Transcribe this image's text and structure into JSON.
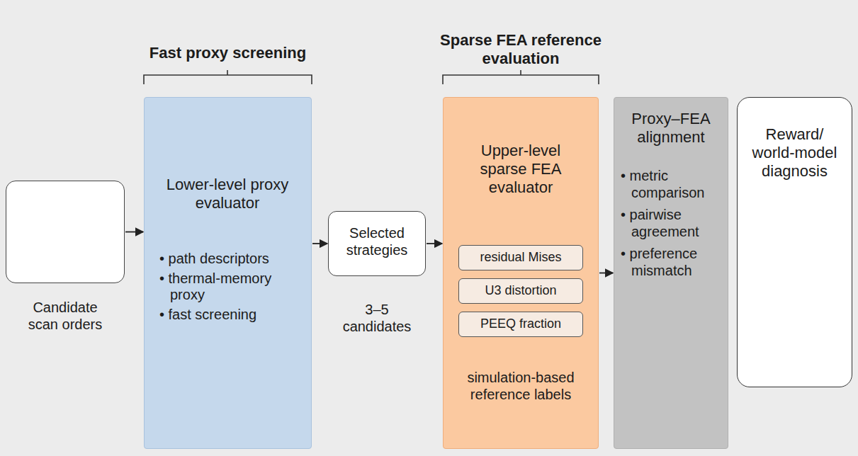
{
  "diagram": {
    "nodes": [
      {
        "text": [
          "Candidate scan orders"
        ]
      },
      {
        "text": [
          "Fast proxy screening",
          "Lower-level proxy evaluator",
          "• path descriptors",
          "• thermal-memory proxy",
          "• fast screening"
        ]
      },
      {
        "text": [
          "Selected strategies",
          "3–5 candidates"
        ]
      },
      {
        "text": [
          "Sparse FEA reference evaluation",
          "Upper-level sparse FEA evaluator",
          "simulation-based reference labels"
        ]
      },
      {
        "text": [
          "residual Mises"
        ],
        "in": 3
      },
      {
        "text": [
          "U3 distortion"
        ],
        "in": 3
      },
      {
        "text": [
          "PEEQ fraction"
        ],
        "in": 3
      },
      {
        "text": [
          "Proxy–FEA alignment",
          "• metric comparison",
          "• pairwise agreement",
          "• preference mismatch"
        ]
      },
      {
        "text": [
          "Reward/ world-model diagnosis"
        ]
      }
    ],
    "edges": [
      {
        "from": 0,
        "to": 1,
        "arrow": "to"
      },
      {
        "from": 1,
        "to": 2,
        "arrow": "to"
      },
      {
        "from": 2,
        "to": 3,
        "arrow": "to"
      },
      {
        "from": 3,
        "to": 7,
        "arrow": "to"
      }
    ]
  }
}
